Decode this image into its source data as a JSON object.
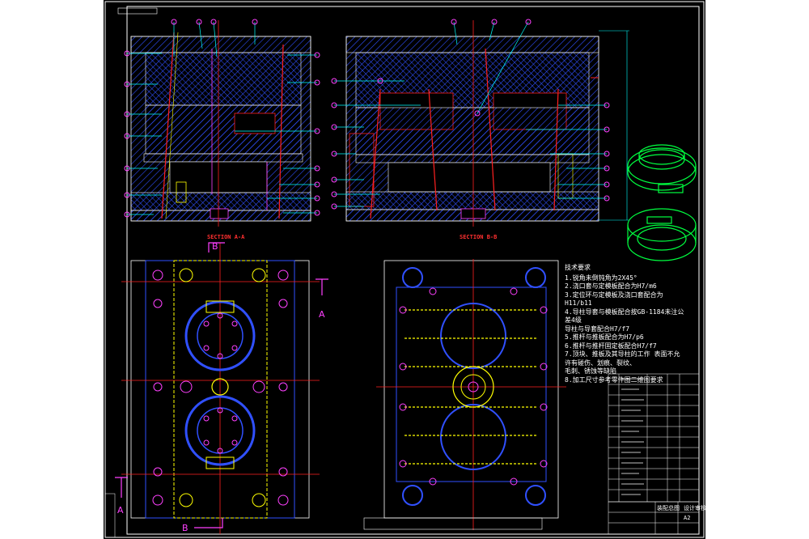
{
  "drawing": {
    "section_left_label": "SECTION A-A",
    "section_right_label": "SECTION B-B",
    "markers": {
      "a": "A",
      "b": "B"
    },
    "notes": {
      "title": "技术要求",
      "items": [
        "1.锐角未倒钝角为2X45°",
        "2.浇口套与定模板配合为H7/m6",
        "3.定位环与定模板及浇口套配合为H11/b11",
        "4.导柱导套与模板配合按GB-1184未注公差4级",
        "  导柱与导套配合H7/f7",
        "5.推杆与推板配合为H7/p6",
        "6.推杆与推杆固定板配合H7/f7",
        "7.顶块、推板及其导柱的工作 表面不允许有碰伤、划痕、裂纹、",
        "  毛刺、锈蚀等缺陷",
        "8.加工尺寸参考零件图二维图要求"
      ]
    },
    "title_block": {
      "drawing_title": "装配总图",
      "sheet_size": "A2",
      "company": "设计审核"
    },
    "colors": {
      "background": "#000000",
      "outline": "#ffffff",
      "blue": "#3050ff",
      "red": "#ff2020",
      "yellow": "#ffff00",
      "magenta": "#ff40ff",
      "green": "#00ff40",
      "cyan": "#00ffff"
    }
  }
}
